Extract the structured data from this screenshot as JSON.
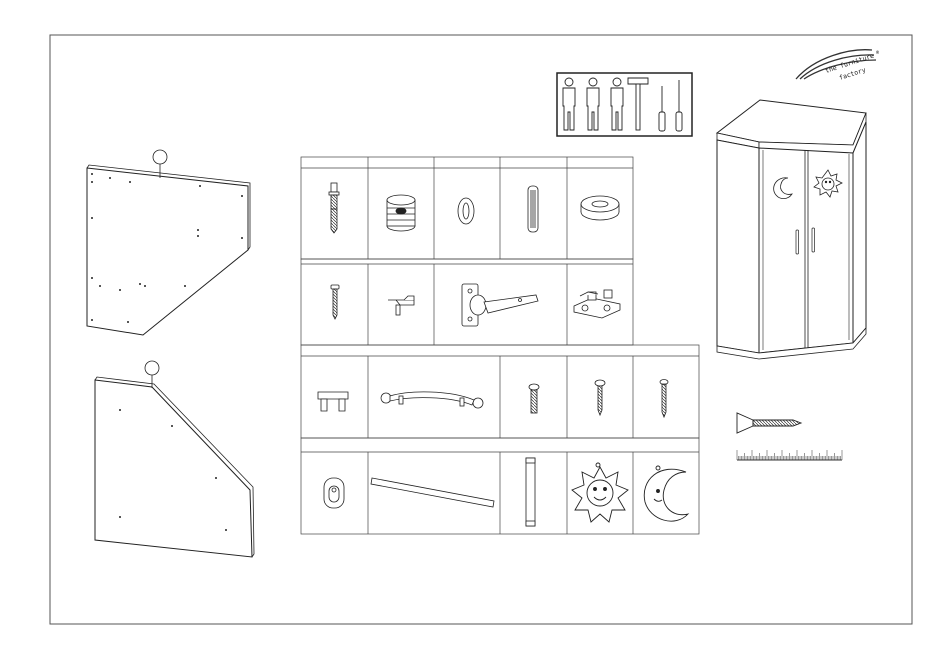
{
  "brand": {
    "line1": "the furniture",
    "line2": "factory",
    "registered": "®"
  },
  "icons": {
    "people_count": 3,
    "tools": [
      "hammer-icon",
      "flat-screwdriver-icon",
      "phillips-screwdriver-icon"
    ]
  },
  "parts_grid": {
    "row1": [
      "cam-bolt-icon",
      "cam-lock-icon",
      "shelf-stud-icon",
      "wooden-dowel-icon",
      "cam-cover-icon"
    ],
    "row2": [
      "small-screw-icon",
      "shelf-support-icon",
      "hinge-icon",
      "hinge-plate-icon"
    ],
    "row3": [
      "small-handle-icon",
      "curved-handle-icon",
      "machine-screw-icon",
      "wood-screw-icon",
      "long-wood-screw-icon"
    ],
    "row4": [
      "wall-clip-icon",
      "hanging-rail-icon",
      "rail-bar-icon",
      "sun-decal-icon",
      "moon-decal-icon"
    ]
  },
  "panels": [
    "side-panel-top",
    "side-panel-bottom"
  ],
  "reference": [
    "countersunk-screw-icon",
    "measuring-ruler-icon"
  ]
}
